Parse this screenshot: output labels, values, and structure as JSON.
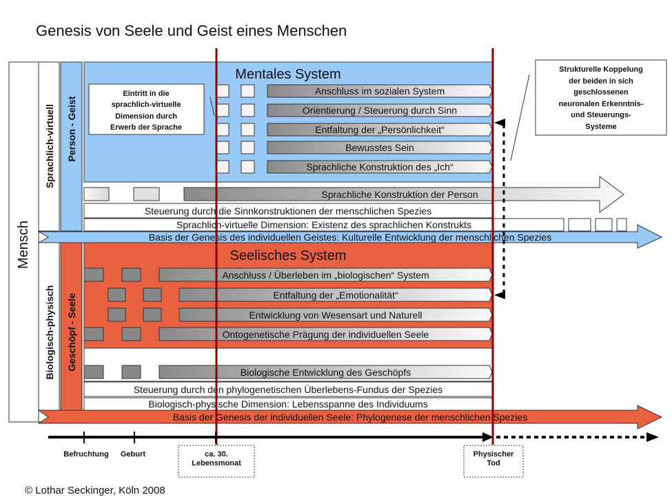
{
  "title": "Genesis von Seele und Geist eines Menschen",
  "colors": {
    "mental": "#99c9f7",
    "seele": "#ea6141",
    "lifeline": "#8b0000"
  },
  "left": {
    "mensch": "Mensch",
    "sprachlich": "Sprachlich-virtuell",
    "biologisch": "Biologisch-physisch",
    "person": "Person - Geist",
    "geschoepf": "Geschöpf - Seele"
  },
  "mental": {
    "title": "Mentales System",
    "note": [
      "Eintritt in die",
      "sprachlich-virtuelle",
      "Dimension durch",
      "Erwerb der Sprache"
    ],
    "rows": [
      "Anschluss im sozialen System",
      "Orientierung / Steuerung durch Sinn",
      "Entfaltung der „Persönlichkeit“",
      "Bewusstes Sein",
      "Sprachliche Konstruktion des „Ich“"
    ],
    "person_arrow": "Sprachliche Konstruktion der Person",
    "steuerung": "Steuerung durch die Sinnkonstruktionen der menschlichen Spezies",
    "dimension": "Sprachlich-virtuelle Dimension: Existenz des sprachlichen Konstrukts",
    "basis": "Basis der Genesis des individuellen Geistes: Kulturelle Entwicklung der menschlichen Spezies"
  },
  "seele": {
    "title": "Seelisches System",
    "rows": [
      "Anschluss / Überleben im „biologischen“ System",
      "Entfaltung der „Emotionalität“",
      "Entwicklung von Wesensart und Naturell",
      "Ontogenetische Prägung der individuellen Seele"
    ],
    "bio_row": "Biologische Entwicklung des Geschöpfs",
    "steuerung": "Steuerung durch den phylogenetischen Überlebens-Fundus der Spezies",
    "dimension": "Biologisch-physische Dimension: Lebensspanne des Individuums",
    "basis": "Basis der Genesis der individuellen Seele: Phylogenese der menschlichen Spezies"
  },
  "coupling_note": [
    "Strukturelle Koppelung",
    "der beiden in sich",
    "geschlossenen",
    "neuronalen Erkenntnis-",
    "und Steuerungs-",
    "Systeme"
  ],
  "timeline": {
    "befruchtung": "Befruchtung",
    "geburt": "Geburt",
    "monat": [
      "ca. 30.",
      "Lebensmonat"
    ],
    "tod": [
      "Physischer",
      "Tod"
    ]
  },
  "copyright": "© Lothar Seckinger, Köln 2008"
}
